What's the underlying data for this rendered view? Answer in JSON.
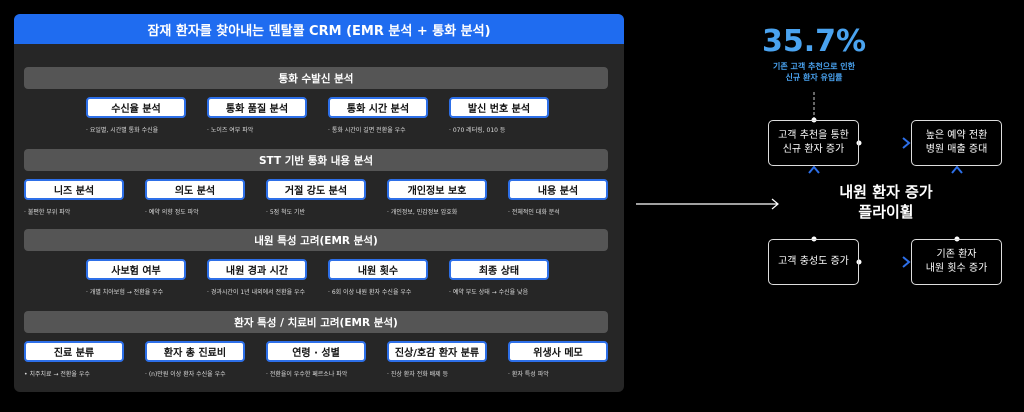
{
  "title": "잠재 환자를 찾아내는 덴탈콜 CRM (EMR 분석 + 통화 분석)",
  "sections": [
    {
      "label": "통화 수발신 분석",
      "items": [
        {
          "label": "수신율 분석",
          "note": "· 요일별, 시간별 통화 수신율"
        },
        {
          "label": "통화 품질 분석",
          "note": "· 노이즈 여부 파악"
        },
        {
          "label": "통화 시간 분석",
          "note": "· 통화 시간이 길면 전환율 우수"
        },
        {
          "label": "발신 번호 분석",
          "note": "· 070 레터링, 010 등"
        }
      ]
    },
    {
      "label": "STT 기반 통화 내용 분석",
      "items": [
        {
          "label": "니즈 분석",
          "note": "· 불편한 부위 파악"
        },
        {
          "label": "의도 분석",
          "note": "· 예약 의향 정도 파악"
        },
        {
          "label": "거절 강도 분석",
          "note": "· 5점 척도 기반"
        },
        {
          "label": "개인정보 보호",
          "note": "· 개인정보, 민감정보 암호화"
        },
        {
          "label": "내용 분석",
          "note": "· 전체적인 대화 분석"
        }
      ]
    },
    {
      "label": "내원 특성 고려(EMR 분석)",
      "items": [
        {
          "label": "사보험 여부",
          "note": "· 개별 치아보험 → 전환율 우수"
        },
        {
          "label": "내원 경과 시간",
          "note": "· 경과시간이 1년 내외에서 전환율 우수"
        },
        {
          "label": "내원 횟수",
          "note": "· 6회 이상 내원 환자 수신율 우수"
        },
        {
          "label": "최종 상태",
          "note": "· 예약 부도 상태 → 수신율 낮음"
        }
      ]
    },
    {
      "label": "환자 특성 / 치료비 고려(EMR 분석)",
      "items": [
        {
          "label": "진료 분류",
          "note": "•  치주치료 → 전환율 우수"
        },
        {
          "label": "환자 총 진료비",
          "note": "· (n)만원 이상 환자 수신율 우수"
        },
        {
          "label": "연령 · 성별",
          "note": "· 전환율이 우수한 페르소나 파악"
        },
        {
          "label": "진상/호감 환자 분류",
          "note": "· 진상 환자 전화 배제 등"
        },
        {
          "label": "위생사 메모",
          "note": "· 환자 특성 파악"
        }
      ]
    }
  ],
  "stat": {
    "value": "35.7%",
    "caption_line1": "기존 고객 추천으로 인한",
    "caption_line2": "신규 환자 유입률"
  },
  "flywheel": {
    "center_line1": "내원 환자 증가",
    "center_line2": "플라이휠",
    "tl_line1": "고객 추천을 통한",
    "tl_line2": "신규 환자 증가",
    "tr_line1": "높은 예약 전환",
    "tr_line2": "병원 매출 증대",
    "bl": "고객 충성도 증가",
    "br_line1": "기존 환자",
    "br_line2": "내원 횟수 증가"
  },
  "colors": {
    "accent": "#1f6cf0",
    "stat": "#4aa3f0"
  }
}
